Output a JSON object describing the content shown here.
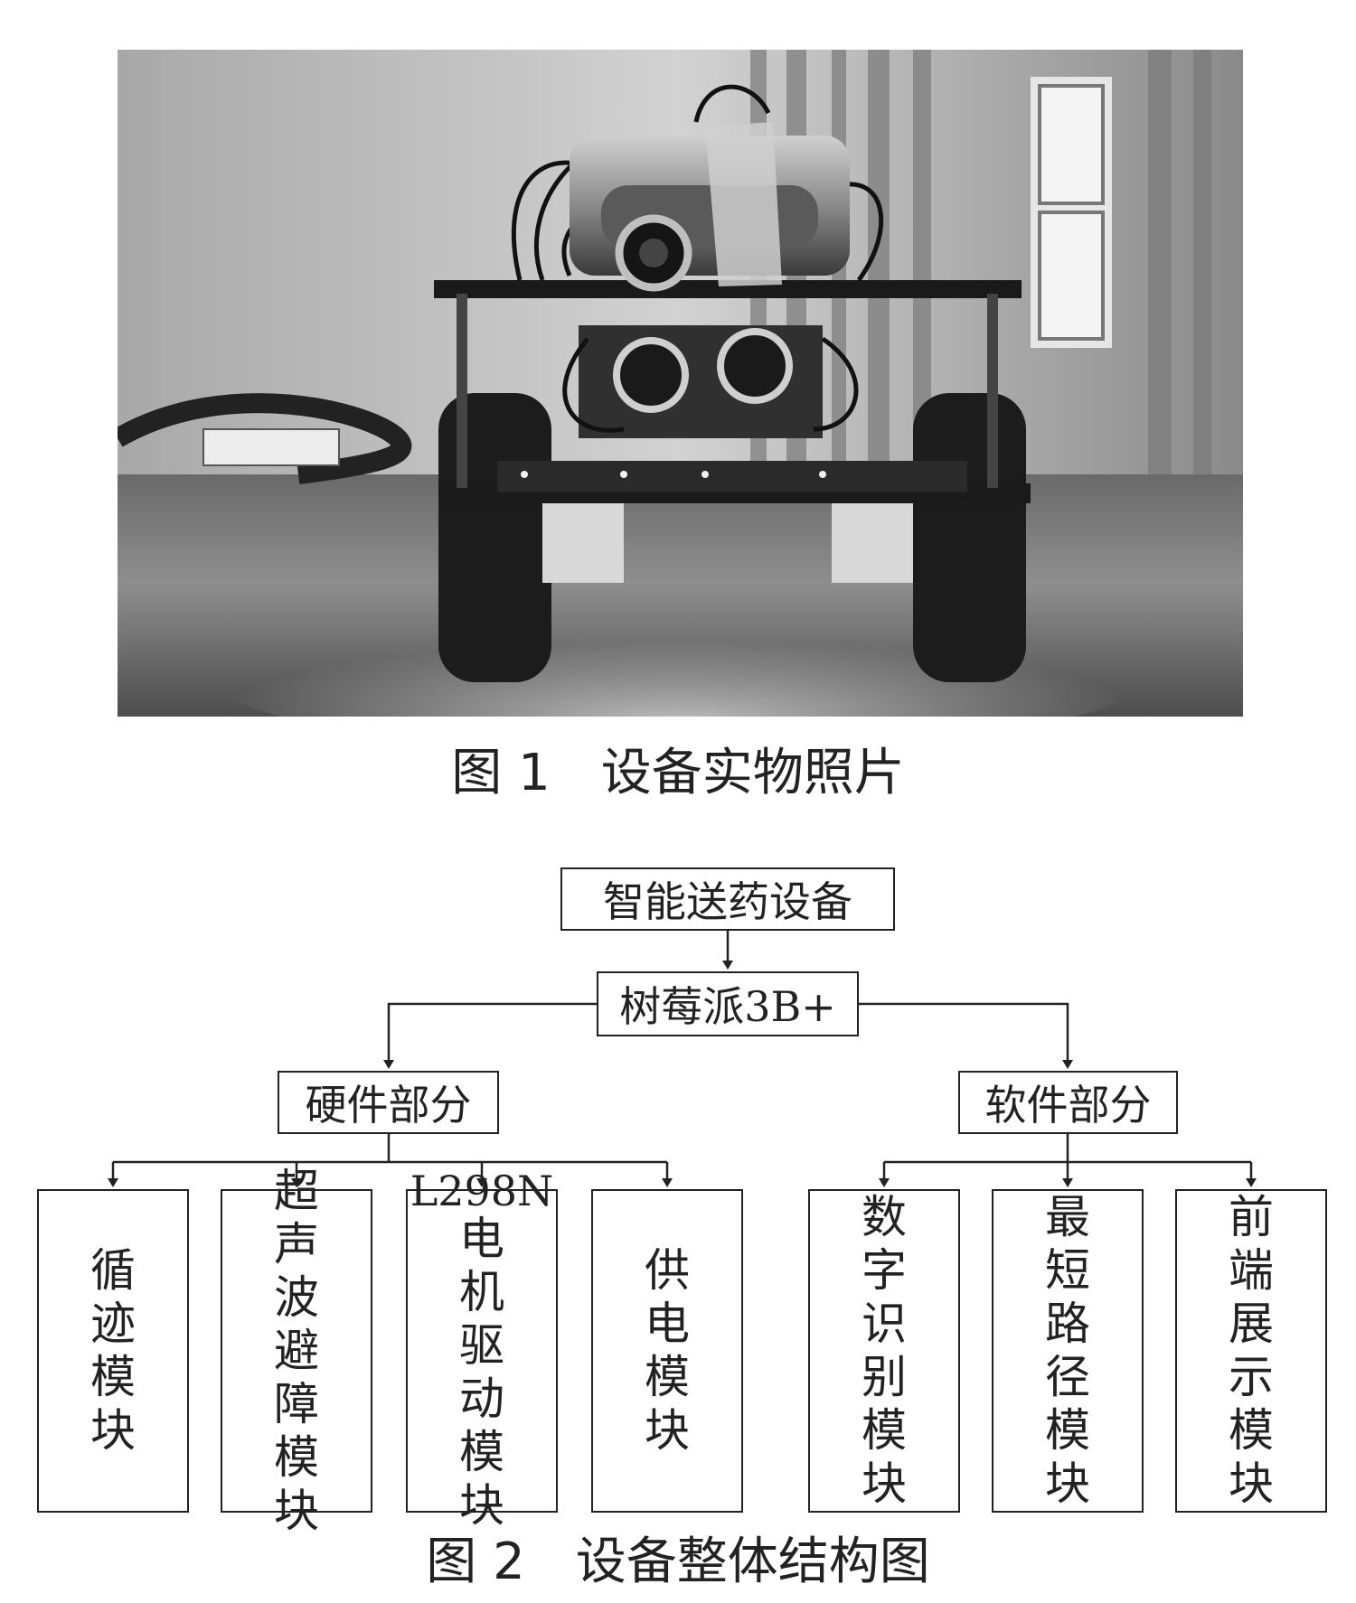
{
  "figure1": {
    "caption": "图 1　设备实物照片",
    "photo_description_icon": "robot-car-photo"
  },
  "figure2": {
    "caption": "图 2　设备整体结构图",
    "root": "智能送药设备",
    "controller": "树莓派3B+",
    "hardware": {
      "label": "硬件部分",
      "modules": [
        [
          "循",
          "迹",
          "模",
          "块"
        ],
        [
          "超",
          "声",
          "波",
          "避",
          "障",
          "模",
          "块"
        ],
        [
          "L298N",
          "电",
          "机",
          "驱",
          "动",
          "模",
          "块"
        ],
        [
          "供",
          "电",
          "模",
          "块"
        ]
      ]
    },
    "software": {
      "label": "软件部分",
      "modules": [
        [
          "数",
          "字",
          "识",
          "别",
          "模",
          "块"
        ],
        [
          "最",
          "短",
          "路",
          "径",
          "模",
          "块"
        ],
        [
          "前",
          "端",
          "展",
          "示",
          "模",
          "块"
        ]
      ]
    }
  }
}
